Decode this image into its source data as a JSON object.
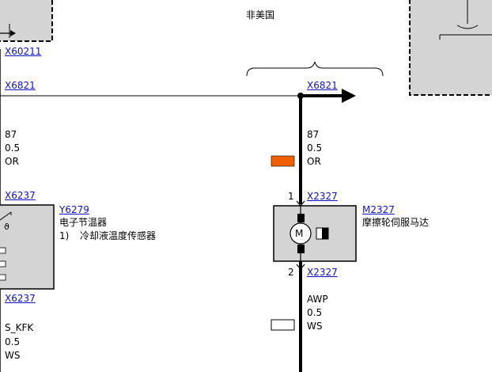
{
  "header": {
    "region_label": "非美国"
  },
  "left_connectors": {
    "top": "X60211",
    "splice": "X6821",
    "upper": "X6237",
    "lower": "X6237"
  },
  "wire_left_top": {
    "pin": "87",
    "size": "0.5",
    "color": "OR"
  },
  "wire_left_bottom": {
    "pin": "S_KFK",
    "size": "0.5",
    "color": "WS"
  },
  "thermostat": {
    "id": "Y6279",
    "name": "电子节温器",
    "note_marker": "1)",
    "note": "冷却液温度传感器"
  },
  "splice_right": {
    "label": "X6821"
  },
  "wire_right_top": {
    "pin": "87",
    "size": "0.5",
    "color": "OR"
  },
  "motor": {
    "id": "M2327",
    "name": "摩擦轮伺服马达",
    "connector_top": "X2327",
    "pin_top": "1",
    "connector_bottom": "X2327",
    "pin_bottom": "2",
    "symbol": "M"
  },
  "wire_right_bottom": {
    "pin": "AWP",
    "size": "0.5",
    "color": "WS"
  },
  "colors": {
    "wire_orange": "#f06000",
    "wire_white": "#ffffff",
    "component_fill": "#d4d4d4",
    "link": "#1010c8"
  }
}
